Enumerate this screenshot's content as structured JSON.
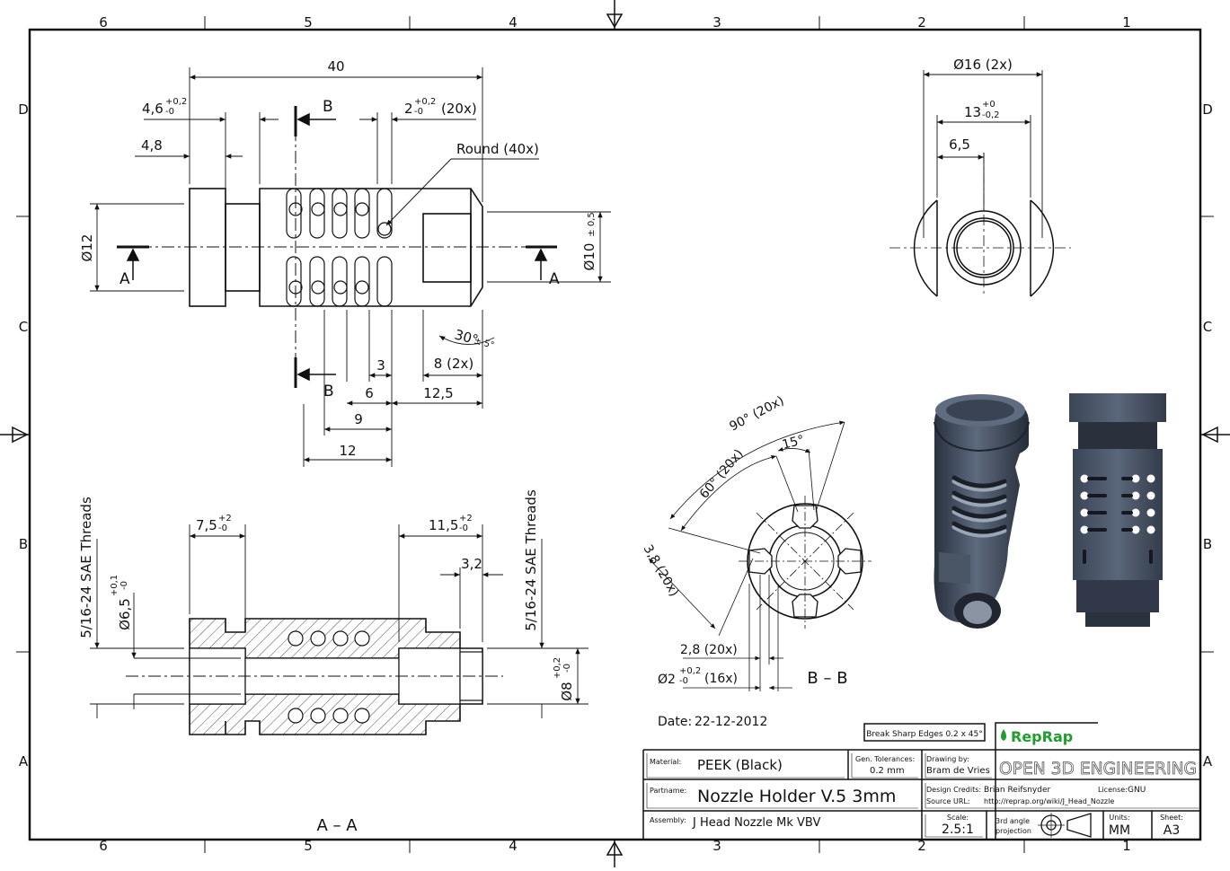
{
  "grid": {
    "columns": [
      "6",
      "5",
      "4",
      "3",
      "2",
      "1"
    ],
    "rows": [
      "D",
      "C",
      "B",
      "A"
    ]
  },
  "front_view": {
    "dims": {
      "overall": "40",
      "flange": "4,6",
      "flange_tol_upper": "+0,2",
      "flange_tol_lower": "-0",
      "neck": "4,8",
      "slot": "2",
      "slot_tol_upper": "+0,2",
      "slot_tol_lower": "-0",
      "slot_count": "(20x)",
      "round": "Round (40x)",
      "dia_left": "Ø12",
      "dia_right": "Ø10",
      "dia_right_tol": "± 0,5",
      "chamfer_angle": "30°",
      "chamfer_tol": "± 5°",
      "chamfer_len": "8 (2x)",
      "d3": "3",
      "d6": "6",
      "d9": "9",
      "d12": "12",
      "d125": "12,5"
    },
    "section_a": "A",
    "section_b": "B"
  },
  "end_view": {
    "dia_outer": "Ø16 (2x)",
    "flat": "13",
    "flat_tol_upper": "+0",
    "flat_tol_lower": "-0,2",
    "bore": "6,5"
  },
  "section_aa": {
    "label": "A – A",
    "thread_left": "5/16-24 SAE Threads",
    "thread_right": "5/16-24 SAE Threads",
    "bore_left": "Ø6,5",
    "bore_left_tol_upper": "+0,1",
    "bore_left_tol_lower": "-0",
    "depth_left": "7,5",
    "depth_left_tol_upper": "+2",
    "depth_left_tol_lower": "-0",
    "depth_right": "11,5",
    "depth_right_tol_upper": "+2",
    "depth_right_tol_lower": "-0",
    "counterbore": "3,2",
    "bore_right": "Ø8",
    "bore_right_tol_upper": "+0,2",
    "bore_right_tol_lower": "-0"
  },
  "section_bb": {
    "label": "B – B",
    "angle_90": "90° (20x)",
    "angle_60": "60° (20x)",
    "angle_15": "15°",
    "width_38": "3,8 (20x)",
    "width_28": "2,8 (20x)",
    "hole": "Ø2",
    "hole_tol_upper": "+0,2",
    "hole_tol_lower": "-0",
    "hole_count": "(16x)"
  },
  "title_block": {
    "date_label": "Date:",
    "date": "22-12-2012",
    "note": "Break Sharp Edges 0.2 x 45°",
    "brand": "RepRap",
    "brand_color": "#1f9d2e",
    "company": "OPEN 3D ENGINEERING",
    "material_label": "Material:",
    "material": "PEEK (Black)",
    "tolerance_label": "Gen. Tolerances:",
    "tolerance": "0.2 mm",
    "drawing_by_label": "Drawing by:",
    "drawing_by": "Bram de Vries",
    "partname_label": "Partname:",
    "partname": "Nozzle Holder V.5 3mm",
    "credits_label": "Design Credits:",
    "credits": "Brian Reifsnyder",
    "license_label": "License:",
    "license": "GNU",
    "source_label": "Source URL:",
    "source": "http://reprap.org/wiki/J_Head_Nozzle",
    "assembly_label": "Assembly:",
    "assembly": "J Head Nozzle Mk VBV",
    "scale_label": "Scale:",
    "scale": "2.5:1",
    "projection_1": "3rd angle",
    "projection_2": "projection",
    "units_label": "Units:",
    "units": "MM",
    "sheet_label": "Sheet:",
    "sheet": "A3"
  }
}
